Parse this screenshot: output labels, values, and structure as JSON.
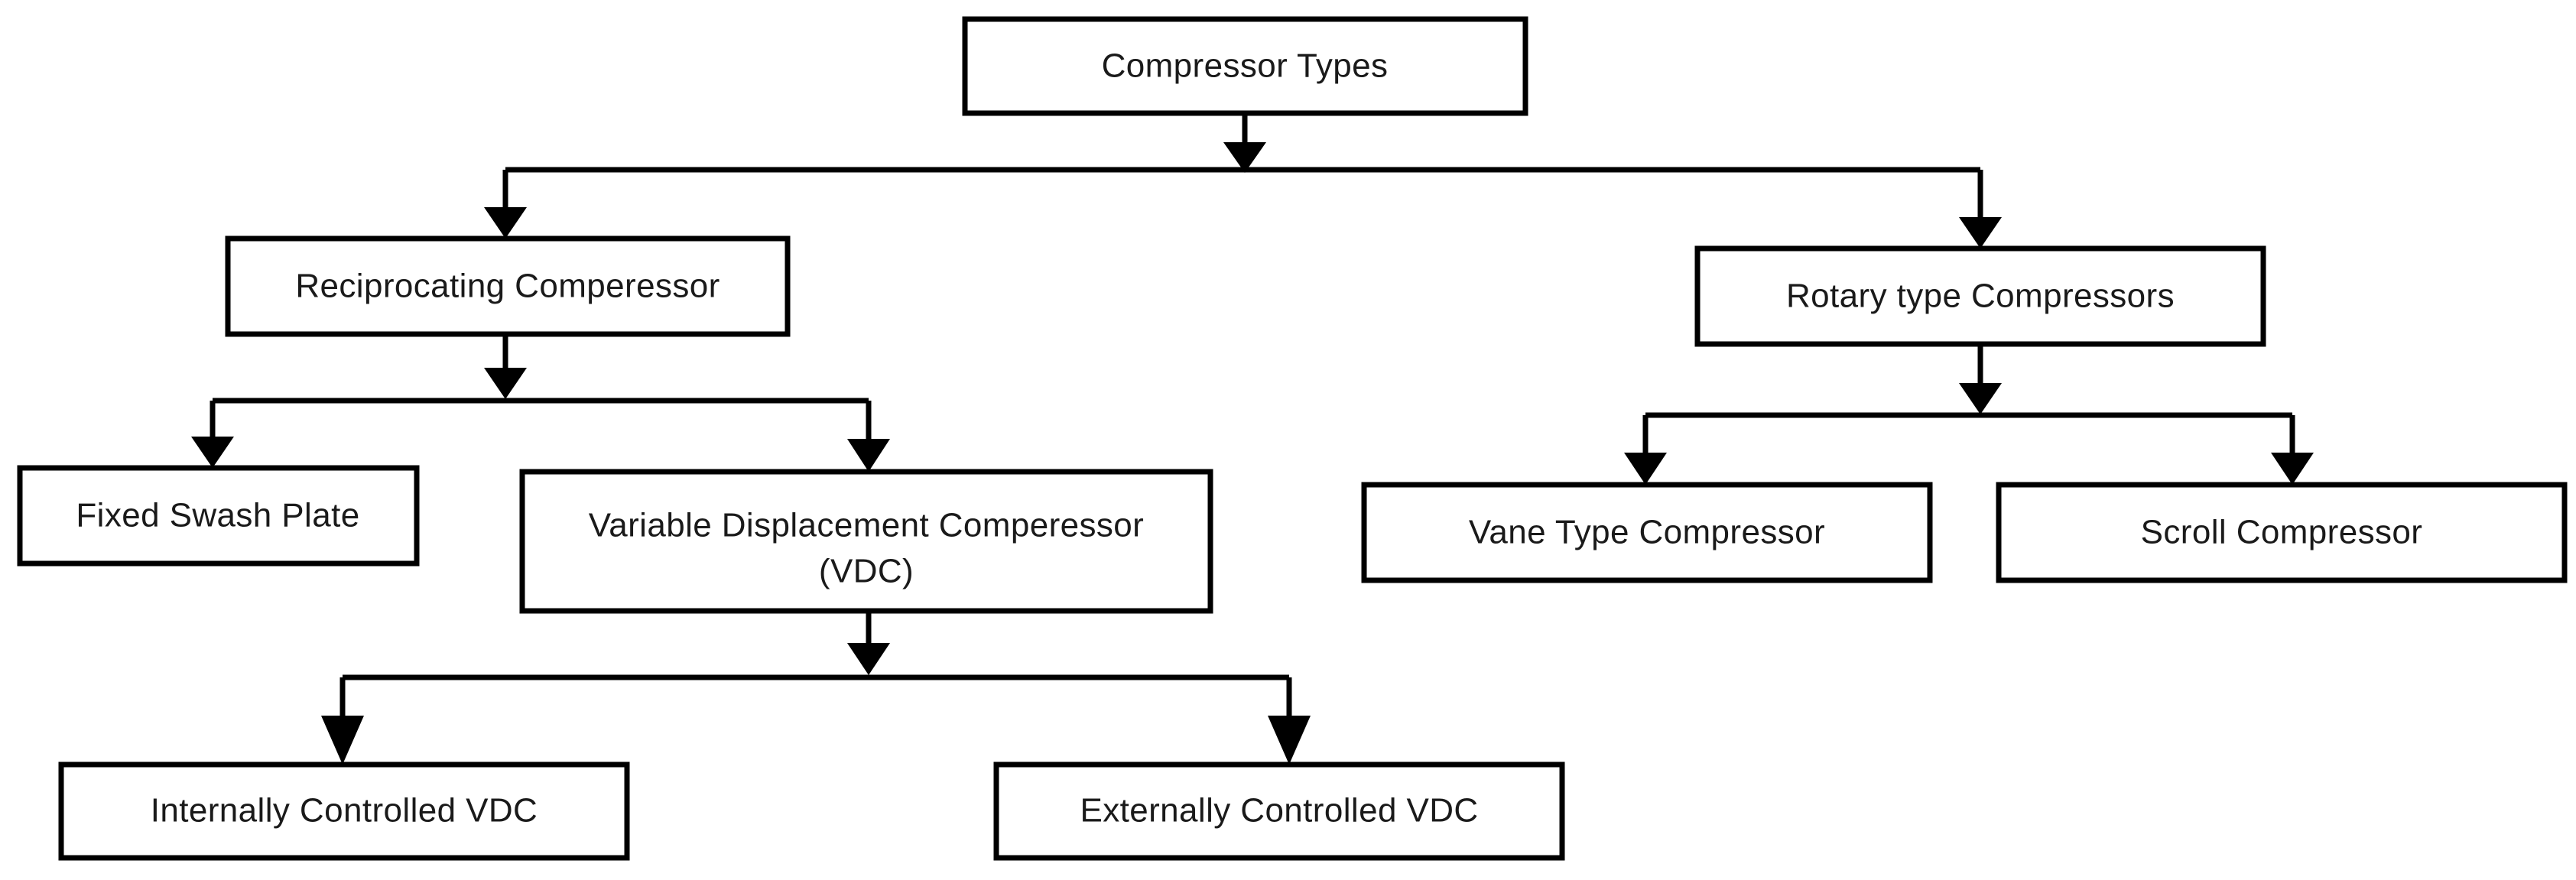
{
  "diagram": {
    "title": "Compressor Types",
    "type": "hierarchy-flowchart",
    "colors": {
      "box_fill": "#ffffff",
      "box_border": "#000000",
      "text": "#1a1a1a",
      "connector": "#000000",
      "background": "#ffffff"
    },
    "nodes": {
      "root": {
        "label": "Compressor Types"
      },
      "reciprocating": {
        "label": "Reciprocating Comperessor"
      },
      "rotary": {
        "label": "Rotary type Compressors"
      },
      "fixed_swash": {
        "label": "Fixed Swash Plate"
      },
      "vdc_line1": {
        "label": "Variable Displacement Comperessor"
      },
      "vdc_line2": {
        "label": "(VDC)"
      },
      "vane": {
        "label": "Vane Type Compressor"
      },
      "scroll": {
        "label": "Scroll Compressor"
      },
      "internal_vdc": {
        "label": "Internally Controlled VDC"
      },
      "external_vdc": {
        "label": "Externally Controlled VDC"
      }
    },
    "edges": [
      {
        "from": "root",
        "to": "reciprocating"
      },
      {
        "from": "root",
        "to": "rotary"
      },
      {
        "from": "reciprocating",
        "to": "fixed_swash"
      },
      {
        "from": "reciprocating",
        "to": "vdc"
      },
      {
        "from": "rotary",
        "to": "vane"
      },
      {
        "from": "rotary",
        "to": "scroll"
      },
      {
        "from": "vdc",
        "to": "internal_vdc"
      },
      {
        "from": "vdc",
        "to": "external_vdc"
      }
    ]
  }
}
